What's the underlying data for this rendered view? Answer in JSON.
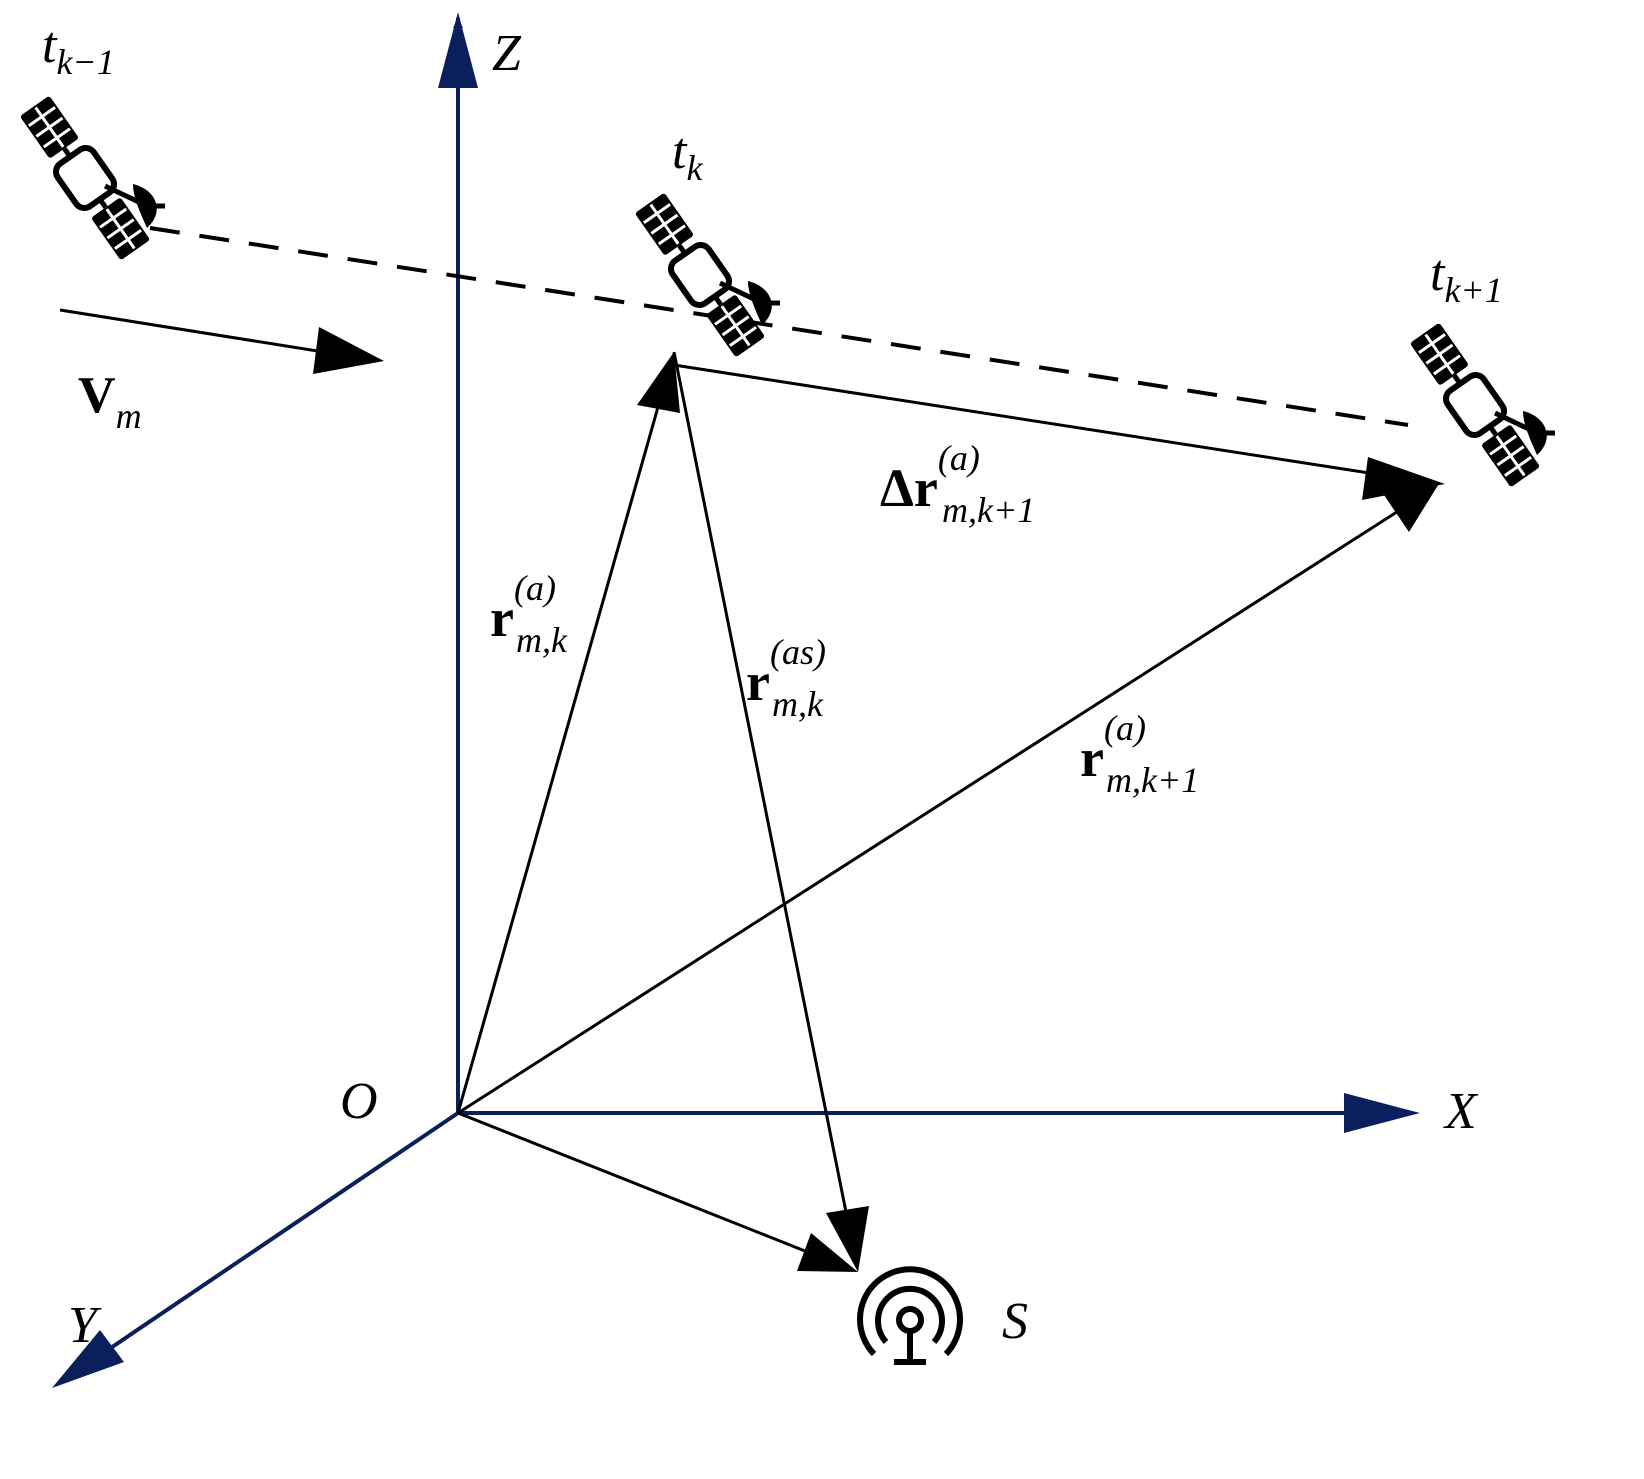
{
  "colors": {
    "axis": "#0b1f5c",
    "vector": "#000000",
    "background": "#ffffff"
  },
  "axes": {
    "x": "X",
    "y": "Y",
    "z": "Z",
    "origin": "O"
  },
  "station_label": "S",
  "time_labels": {
    "prev": {
      "base": "t",
      "sub": "k−1"
    },
    "curr": {
      "base": "t",
      "sub": "k"
    },
    "next": {
      "base": "t",
      "sub": "k+1"
    }
  },
  "velocity": {
    "base": "V",
    "sub": "m"
  },
  "vectors": {
    "r_mk": {
      "base": "r",
      "sup": "(a)",
      "sub": "m,k"
    },
    "r_as": {
      "base": "r",
      "sup": "(as)",
      "sub": "m,k"
    },
    "r_mk1": {
      "base": "r",
      "sup": "(a)",
      "sub": "m,k+1"
    },
    "delta_r": {
      "delta": "Δ",
      "base": "r",
      "sup": "(a)",
      "sub": "m,k+1"
    }
  },
  "icons": {
    "satellite": "satellite-icon",
    "antenna": "antenna-icon"
  }
}
